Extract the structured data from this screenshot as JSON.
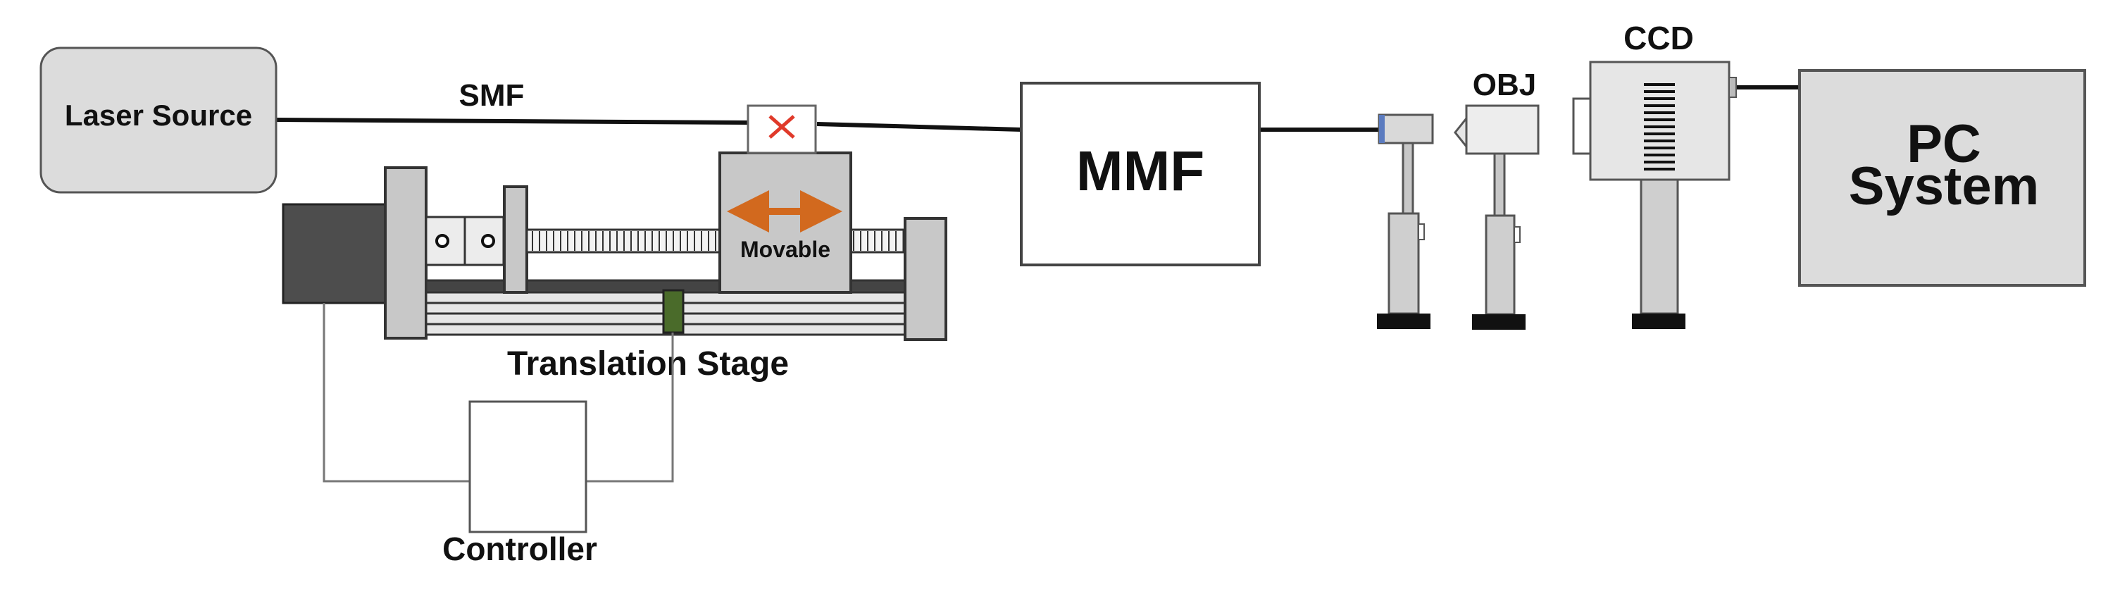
{
  "labels": {
    "laser_source": "Laser Source",
    "smf": "SMF",
    "mmf": "MMF",
    "obj": "OBJ",
    "ccd": "CCD",
    "pc_line1": "PC",
    "pc_line2": "System",
    "movable": "Movable",
    "translation_stage": "Translation Stage",
    "controller": "Controller"
  },
  "colors": {
    "arrow": "#d2691e",
    "block_fill": "#c8c8c8",
    "motor": "#4d4d4d",
    "coupler": "#4a6b2a",
    "x_mark": "#e03a2a",
    "line": "#111111"
  }
}
